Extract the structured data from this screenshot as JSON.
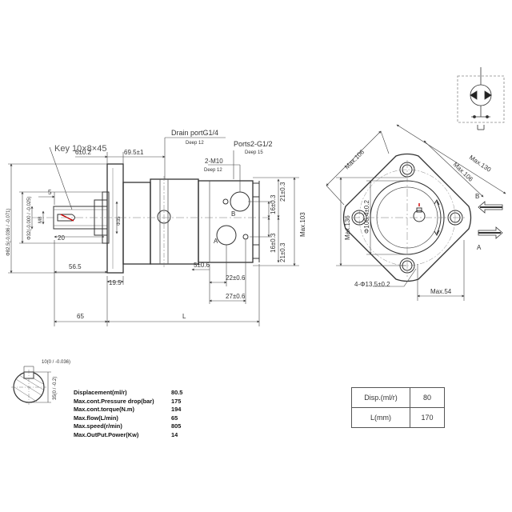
{
  "labels": {
    "key": "Key 10×8×45",
    "drain_port": "Drain portG1/4",
    "drain_deep": "Deep 12",
    "ports": "Ports2-G1/2",
    "ports_deep": "Deep 15",
    "thread": "2-M10",
    "thread_deep": "Deep 12",
    "port_a": "A",
    "port_b": "B",
    "port_a_right": "A",
    "port_b_right": "B"
  },
  "dimensions": {
    "d6": "6±0.2",
    "d69": "69.5±1",
    "d5": "5",
    "d20": "20",
    "d56": "56.5",
    "d19": "19.5",
    "d65": "65",
    "dL": "L",
    "phi82": "Φ82.5(-0.036 / -0.071)",
    "phi32": "Φ32(-0.000 / -0.025)",
    "m8": "M8",
    "phi35": "Φ35",
    "d5b": "5±0.6",
    "d22": "22±0.6",
    "d27": "27±0.6",
    "d21a": "21±0.3",
    "d16": "16±0.3",
    "d16b": "16±0.3",
    "d21b": "21±0.3",
    "max103": "Max.103",
    "max106a": "Max.106",
    "max106b": "Max.106",
    "max130": "Max.130",
    "max136": "Max.136",
    "phi106": "Φ106.4±0.2",
    "holes": "4-Φ13.5±0.2",
    "max54": "Max.54",
    "key10": "10(0 / -0.036)",
    "key35": "35(0 / -0.2)"
  },
  "specs": [
    {
      "label": "Displacement(ml/r)",
      "value": "80.5"
    },
    {
      "label": "Max.cont.Pressure drop(bar)",
      "value": "175"
    },
    {
      "label": "Max.cont.torque(N.m)",
      "value": "194"
    },
    {
      "label": "Max.flow(L/min)",
      "value": "65"
    },
    {
      "label": "Max.speed(r/min)",
      "value": "805"
    },
    {
      "label": "Max.OutPut.Power(Kw)",
      "value": "14"
    }
  ],
  "table": {
    "row1": {
      "label": "Disp.(ml/r)",
      "value": "80"
    },
    "row2": {
      "label": "L(mm)",
      "value": "170"
    }
  }
}
